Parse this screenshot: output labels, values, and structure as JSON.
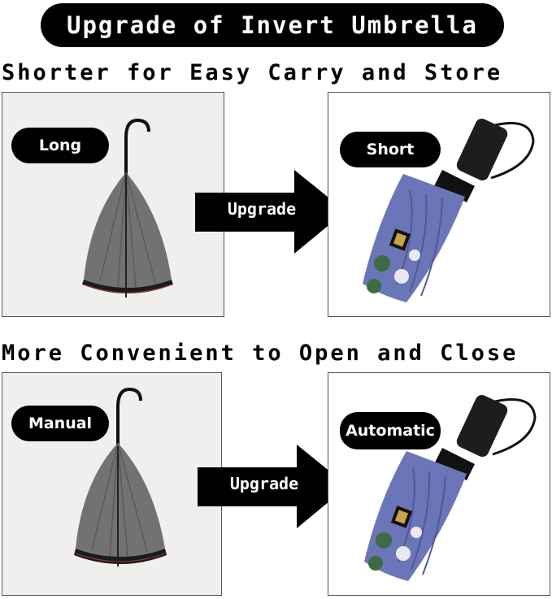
{
  "title": "Upgrade of Invert Umbrella",
  "sections": [
    {
      "heading": "Shorter for Easy Carry and Store",
      "left_label": "Long",
      "arrow_label": "Upgrade",
      "right_label": "Short"
    },
    {
      "heading": "More Convenient to Open and Close",
      "left_label": "Manual",
      "arrow_label": "Upgrade",
      "right_label": "Automatic"
    }
  ],
  "colors": {
    "black": "#000000",
    "canopy_gray": "#6f6f6f",
    "canopy_blue": "#6b76b8",
    "panel_bg": "#f1efee"
  }
}
